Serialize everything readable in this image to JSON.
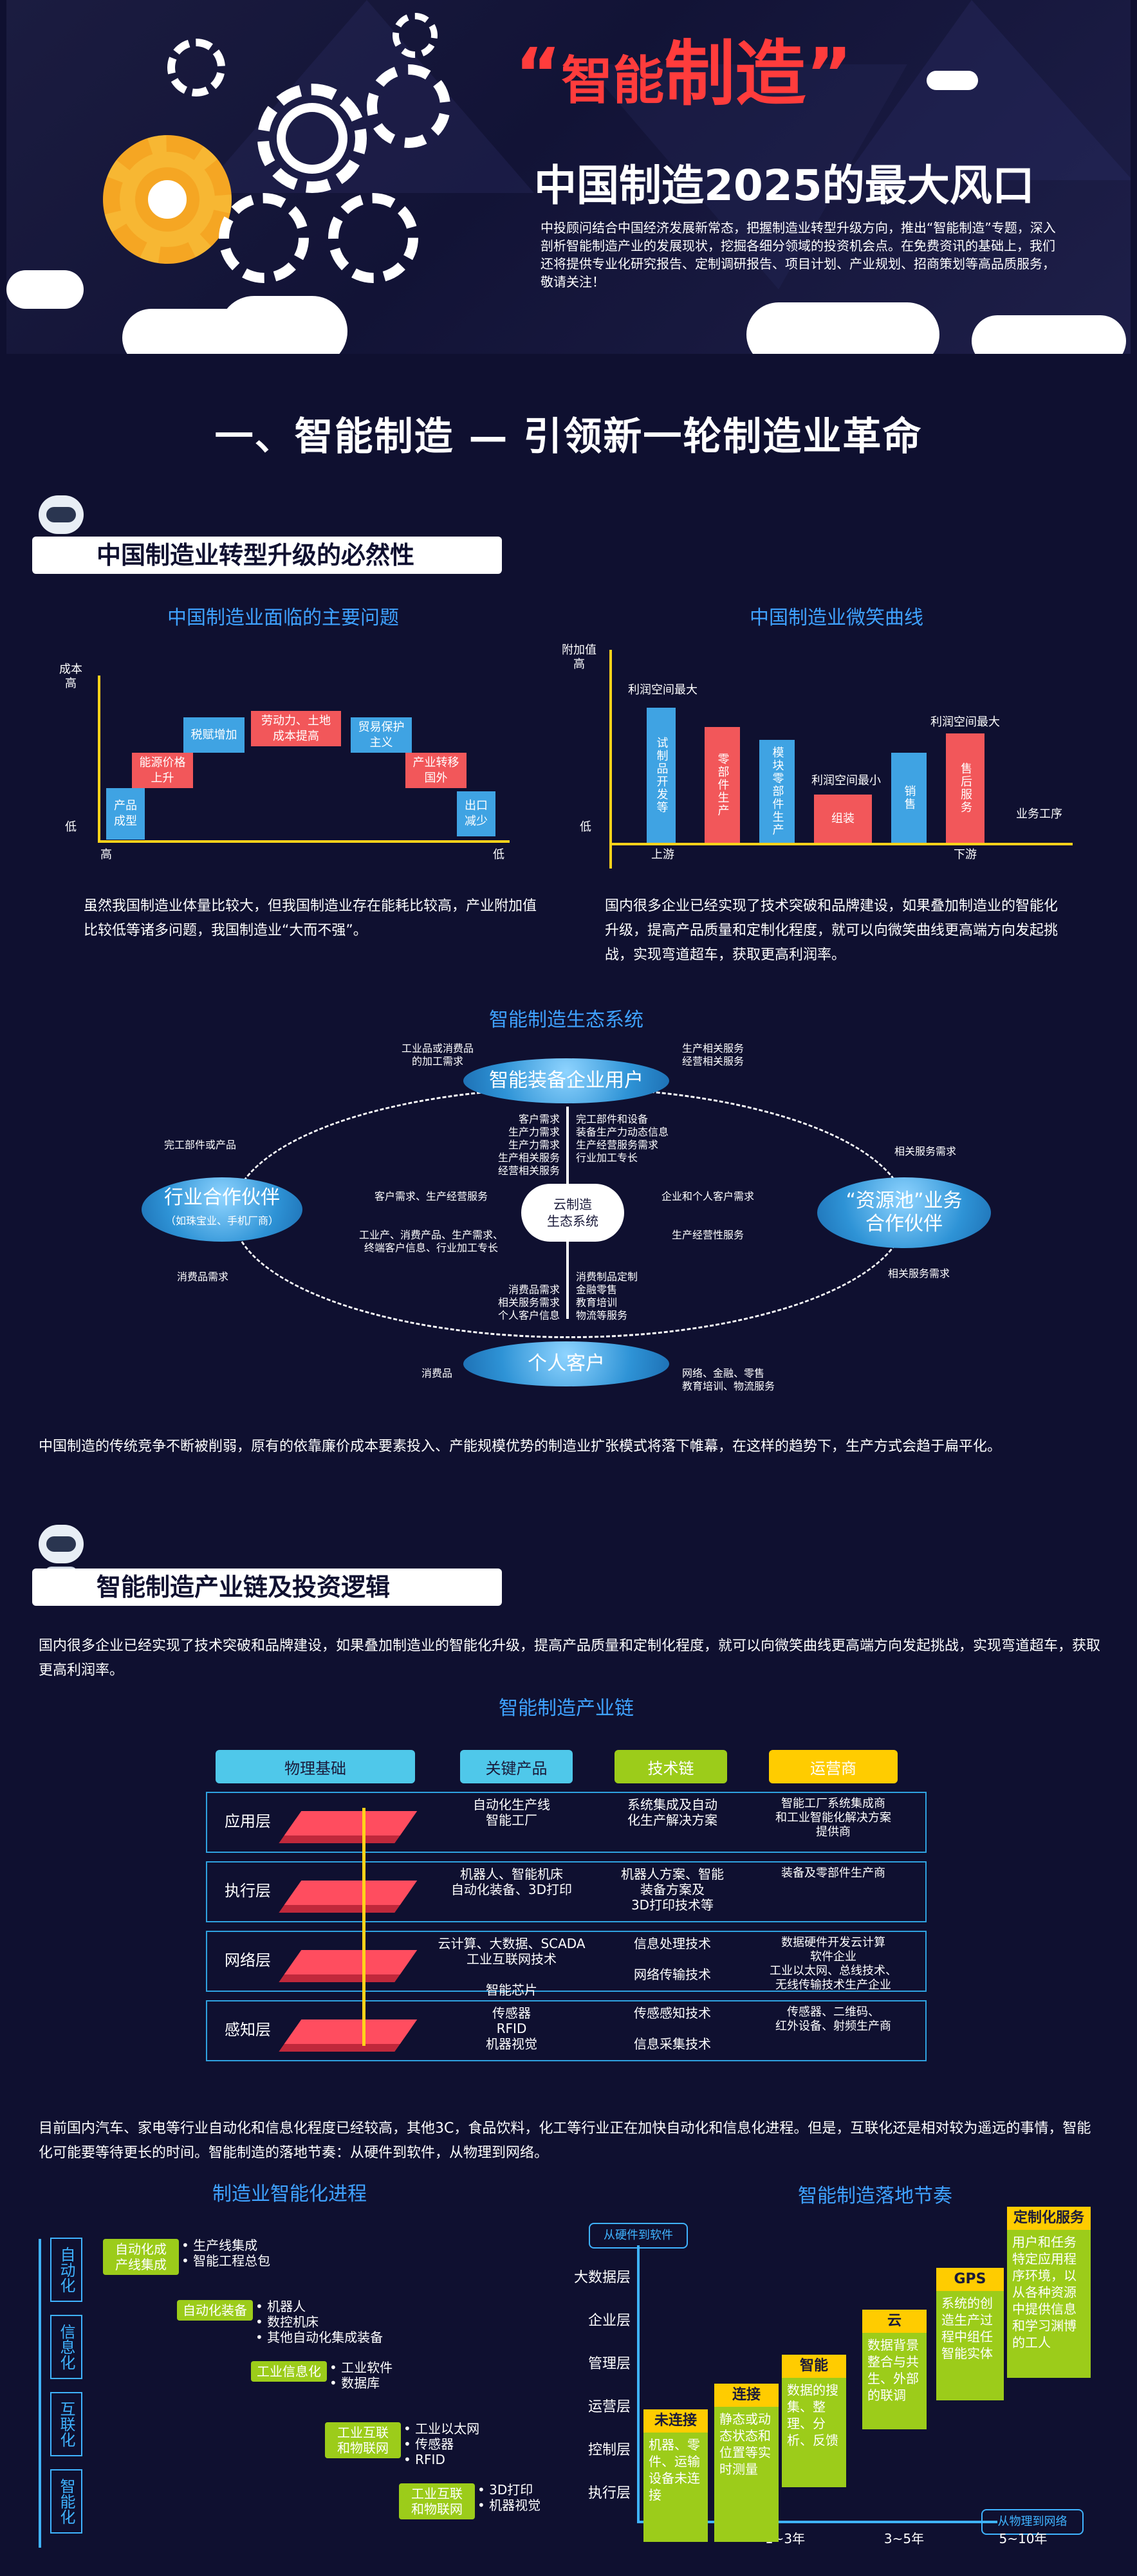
{
  "hero": {
    "title_quote_open": "“",
    "title_small": "智能",
    "title_big": "制造",
    "title_quote_close": "”",
    "subtitle": "中国制造2025的最大风口",
    "intro": "中投顾问结合中国经济发展新常态，把握制造业转型升级方向，推出“智能制造”专题，深入剖析智能制造产业的发展现状，挖掘各细分领域的投资机会点。在免费资讯的基础上，我们还将提供专业化研究报告、定制调研报告、项目计划、产业规划、招商策划等高品质服务，敬请关注！"
  },
  "section1": {
    "title": "一、智能制造 — 引领新一轮制造业革命",
    "banner1": "中国制造业转型升级的必然性",
    "chart_left": {
      "title": "中国制造业面临的主要问题",
      "y_top": "成本\n高",
      "y_bottom": "低",
      "x_left": "高",
      "x_right": "低",
      "boxes": [
        "产品\n成型",
        "能源价格\n上升",
        "税赋增加",
        "劳动力、土地\n成本提高",
        "贸易保护\n主义",
        "产业转移\n国外",
        "出口\n减少"
      ]
    },
    "chart_right": {
      "title": "中国制造业微笑曲线",
      "y_label": "附加值\n高",
      "y_bottom": "低",
      "x_label": "业务工序",
      "x_left": "上游",
      "x_right": "下游",
      "top_left_note": "利润空间最大",
      "top_right_note": "利润空间最大",
      "mid_note": "利润空间最小",
      "bars": [
        "试制品开发等",
        "零部件生产",
        "模块零部件生产",
        "组装",
        "销售",
        "售后服务"
      ]
    },
    "para_left": "虽然我国制造业体量比较大，但我国制造业存在能耗比较高，产业附加值比较低等诸多问题，我国制造业“大而不强”。",
    "para_right": "国内很多企业已经实现了技术突破和品牌建设，如果叠加制造业的智能化升级，提高产品质量和定制化程度，就可以向微笑曲线更高端方向发起挑战，实现弯道超车，获取更高利润率。",
    "eco": {
      "title": "智能制造生态系统",
      "node_top": "智能装备企业用户",
      "node_left": "行业合作伙伴",
      "node_left_sub": "（如珠宝业、手机厂商）",
      "node_right": "“资源池”业务\n合作伙伴",
      "node_bottom": "个人客户",
      "center": "云制造\n生态系统",
      "t_tl": "工业品或消费品\n的加工需求",
      "t_tr": "生产相关服务\n经营相关服务",
      "t_l_top": "完工部件或产品",
      "t_l_bottom": "消费品需求",
      "t_r_top": "相关服务需求",
      "t_r_bottom": "相关服务需求",
      "t_bl": "消费品",
      "t_up_left": "客户需求\n生产力需求\n生产力需求\n生产相关服务\n经营相关服务",
      "t_up_right": "完工部件和设备\n装备生产力动态信息\n生产经营服务需求\n行业加工专长",
      "t_mid_left_top": "客户需求、生产经营服务",
      "t_mid_left_bottom": "工业产、消费产品、生产需求、\n终端客户信息、行业加工专长",
      "t_mid_right_top": "企业和个人客户需求",
      "t_mid_right_bottom": "生产经营性服务",
      "t_down_left": "消费品需求\n相关服务需求\n个人客户信息",
      "t_down_right": "消费制品定制\n金融零售\n教育培训\n物流等服务",
      "t_bottom_right": "网络、金融、零售\n教育培训、物流服务"
    },
    "para_eco": "中国制造的传统竞争不断被削弱，原有的依靠廉价成本要素投入、产能规模优势的制造业扩张模式将落下帷幕，在这样的趋势下，生产方式会趋于扁平化。",
    "banner2": "智能制造产业链及投资逻辑",
    "para_chain_intro": "国内很多企业已经实现了技术突破和品牌建设，如果叠加制造业的智能化升级，提高产品质量和定制化程度，就可以向微笑曲线更高端方向发起挑战，实现弯道超车，获取更高利润率。",
    "chain": {
      "title": "智能制造产业链",
      "headers": [
        "物理基础",
        "关键产品",
        "技术链",
        "运营商"
      ],
      "layers": [
        {
          "name": "应用层",
          "key": "自动化生产线\n智能工厂",
          "tech": "系统集成及自动\n化生产解决方案",
          "op": "智能工厂系统集成商\n和工业智能化解决方案\n提供商"
        },
        {
          "name": "执行层",
          "key": "机器人、智能机床\n自动化装备、3D打印",
          "tech": "机器人方案、智能\n装备方案及\n3D打印技术等",
          "op": "装备及零部件生产商"
        },
        {
          "name": "网络层",
          "key": "云计算、大数据、SCADA\n工业互联网技术\n\n智能芯片",
          "tech": "信息处理技术\n\n网络传输技术",
          "op": "数据硬件开发云计算\n软件企业\n工业以太网、总线技术、\n无线传输技术生产企业"
        },
        {
          "name": "感知层",
          "key": "传感器\nRFID\n机器视觉",
          "tech": "传感感知技术\n\n信息采集技术",
          "op": "传感器、二维码、\n红外设备、射频生产商"
        }
      ]
    },
    "para_chain": "目前国内汽车、家电等行业自动化和信息化程度已经较高，其他3C，食品饮料，化工等行业正在加快自动化和信息化进程。但是，互联化还是相对较为遥远的事情，智能化可能要等待更长的时间。智能制造的落地节奏：从硬件到软件，从物理到网络。",
    "progress": {
      "title": "制造业智能化进程",
      "stages": [
        "自动化",
        "信息化",
        "互联化",
        "智能化"
      ],
      "steps": [
        {
          "tag": "自动化成\n产线集成",
          "items": "• 生产线集成\n• 智能工程总包"
        },
        {
          "tag": "自动化装备",
          "items": "• 机器人\n• 数控机床\n• 其他自动化集成装备"
        },
        {
          "tag": "工业信息化",
          "items": "• 工业软件\n• 数据库"
        },
        {
          "tag": "工业互联\n和物联网",
          "items": "• 工业以太网\n• 传感器\n• RFID"
        },
        {
          "tag": "工业互联\n和物联网",
          "items": "• 3D打印\n• 机器视觉"
        }
      ]
    },
    "rhythm": {
      "title": "智能制造落地节奏",
      "top_tag": "从硬件到软件",
      "bottom_tag": "从物理到网络",
      "layers": [
        "大数据层",
        "企业层",
        "管理层",
        "运营层",
        "控制层",
        "执行层"
      ],
      "x_labels": [
        "1~3年",
        "3~5年",
        "5~10年"
      ],
      "steps": [
        {
          "tag": "未连接",
          "body": "机器、零件、运输设备未连接"
        },
        {
          "tag": "连接",
          "body": "静态或动态状态和位置等实时测量"
        },
        {
          "tag": "智能",
          "body": "数据的搜集、整理、分析、反馈"
        },
        {
          "tag": "云",
          "body": "数据背景整合与共生、外部的联调"
        },
        {
          "tag": "GPS",
          "body": "系统的创造生产过程中组任智能实体"
        },
        {
          "tag": "定制化服务",
          "body": "用户和任务特定应用程序环境，以从各种资源中提供信息和学习渊博的工人"
        }
      ]
    }
  }
}
